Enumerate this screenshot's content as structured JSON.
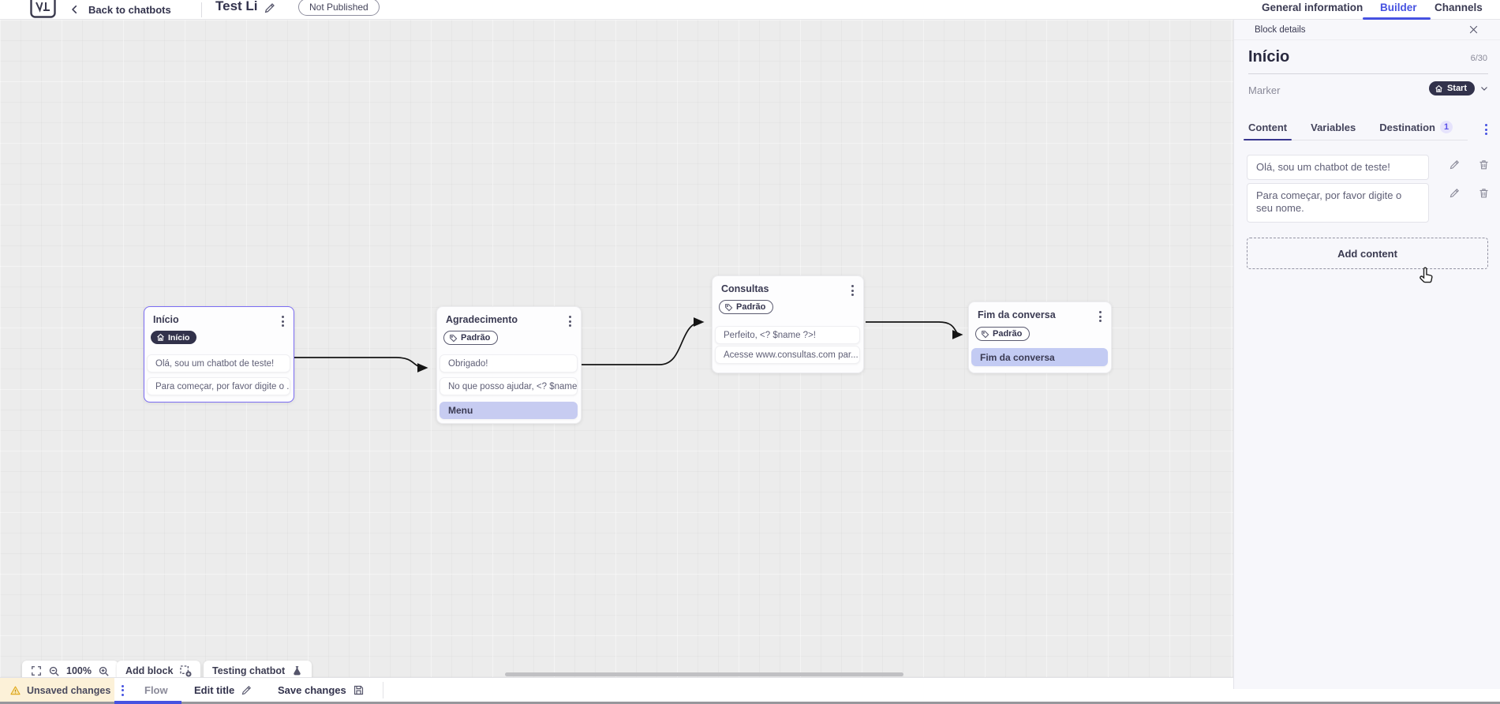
{
  "header": {
    "back_label": "Back to chatbots",
    "title": "Test Li",
    "status_badge": "Not Published",
    "tabs": [
      {
        "label": "General information",
        "active": false
      },
      {
        "label": "Builder",
        "active": true
      },
      {
        "label": "Channels",
        "active": false
      }
    ]
  },
  "panel": {
    "bar_title": "Block details",
    "block_name": "Início",
    "char_count": "6/30",
    "marker_label": "Marker",
    "marker_value": "Start",
    "tabs": [
      {
        "label": "Content",
        "active": true
      },
      {
        "label": "Variables",
        "active": false
      },
      {
        "label": "Destination",
        "active": false,
        "badge": "1"
      }
    ],
    "contents": [
      "Olá, sou um chatbot de teste!",
      "Para começar, por favor digite o seu nome."
    ],
    "add_content_label": "Add content"
  },
  "canvas": {
    "zoom_level": "100%",
    "add_block_label": "Add block",
    "testing_label": "Testing chatbot",
    "nodes": [
      {
        "title": "Início",
        "badge": "Início",
        "badge_type": "start",
        "selected": true,
        "cards": [
          {
            "text": "Olá, sou um chatbot de teste!"
          },
          {
            "text": "Para começar, por favor digite o ..."
          }
        ]
      },
      {
        "title": "Agradecimento",
        "badge": "Padrão",
        "badge_type": "default",
        "selected": false,
        "cards": [
          {
            "text": "Obrigado!"
          },
          {
            "text": "No que posso ajudar, <? $name ..."
          },
          {
            "text": "Menu",
            "type": "button"
          }
        ]
      },
      {
        "title": "Consultas",
        "badge": "Padrão",
        "badge_type": "default",
        "selected": false,
        "cards": [
          {
            "text": "Perfeito, <? $name ?>!"
          },
          {
            "text": "Acesse www.consultas.com par..."
          }
        ]
      },
      {
        "title": "Fim da conversa",
        "badge": "Padrão",
        "badge_type": "default",
        "selected": false,
        "cards": [
          {
            "text": "Fim da conversa",
            "type": "button"
          }
        ]
      }
    ]
  },
  "footer": {
    "unsaved_label": "Unsaved changes",
    "flow_label": "Flow",
    "edit_title_label": "Edit title",
    "save_label": "Save changes"
  },
  "colors": {
    "accent_blue": "#4652e1",
    "tab_underline_dark": "#38368e",
    "selected_node_border": "#7b6cf2",
    "dark_pill": "#32324b",
    "menu_card": "#c7ccf1",
    "warning_bg": "#fcf1d8",
    "warning_icon": "#e3a917",
    "canvas_bg": "#ececec",
    "panel_bg": "#f7f7fb"
  }
}
